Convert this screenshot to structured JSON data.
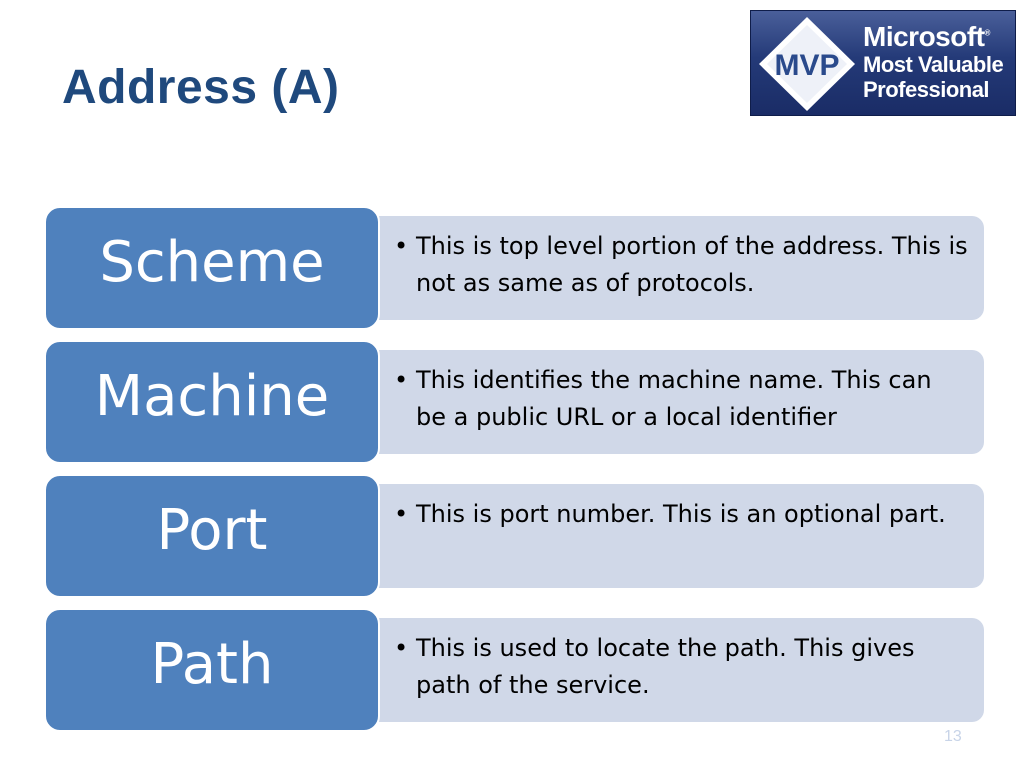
{
  "slide": {
    "title": "Address (A)",
    "logo": {
      "badge": "MVP",
      "brand": "Microsoft",
      "brand_mark": "®",
      "line1": "Most Valuable",
      "line2": "Professional"
    },
    "rows": [
      {
        "term": "Scheme",
        "description": "This is top level portion of the address. This is not as same as of protocols."
      },
      {
        "term": "Machine",
        "description": "This identifies the machine name. This can be a public URL or a local identifier"
      },
      {
        "term": "Port",
        "description": "This is port number. This is an optional part."
      },
      {
        "term": "Path",
        "description": "This is used to locate the path. This gives path of the service."
      }
    ],
    "page_number": "13"
  },
  "colors": {
    "title": "#1f497d",
    "term_fill": "#4f81bd",
    "desc_fill": "#d0d8e8",
    "logo_bg": "#243a78"
  }
}
